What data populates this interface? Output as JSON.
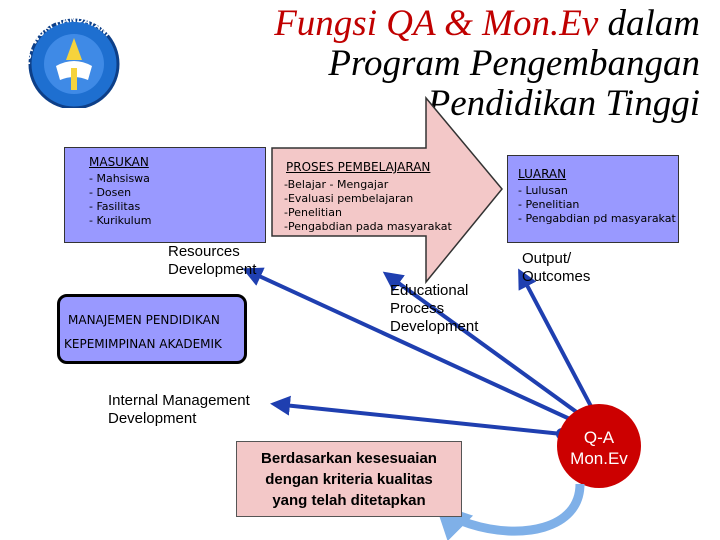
{
  "title": {
    "part1": "Fungsi QA & Mon.Ev",
    "part2": " dalam",
    "line2": "Program Pengembangan",
    "line3": "Pendidikan Tinggi"
  },
  "logo": {
    "text": "TUT WURI HANDAYANI"
  },
  "input": {
    "head": "MASUKAN",
    "items": [
      "- Mahsiswa",
      "- Dosen",
      "- Fasilitas",
      "- Kurikulum"
    ]
  },
  "process": {
    "head": "PROSES PEMBELAJARAN",
    "items": [
      "-Belajar - Mengajar",
      "-Evaluasi pembelajaran",
      "-Penelitian",
      "-Pengabdian pada masyarakat"
    ]
  },
  "output": {
    "head": "LUARAN",
    "items": [
      "- Lulusan",
      "- Penelitian",
      "- Pengabdian pd masyarakat"
    ]
  },
  "management": {
    "line1": "MANAJEMEN PENDIDIKAN",
    "line2": "KEPEMIMPINAN AKADEMIK"
  },
  "labels": {
    "resources": [
      "Resources",
      "Development"
    ],
    "educational": [
      "Educational",
      "Process",
      "Development"
    ],
    "output": [
      "Output/",
      "Outcomes"
    ],
    "internal": [
      "Internal Management",
      "Development"
    ]
  },
  "note": [
    "Berdasarkan kesesuaian",
    "dengan kriteria kualitas",
    "yang telah ditetapkan"
  ],
  "qa": [
    "Q-A",
    "Mon.Ev"
  ],
  "colors": {
    "box_fill": "#9999ff",
    "title_red": "#c00000",
    "qa_circle": "#cc0000",
    "arrow_blue": "#1f3fb0",
    "note_fill": "#f3c8c8",
    "curve_arrow": "#7fb0e8"
  }
}
